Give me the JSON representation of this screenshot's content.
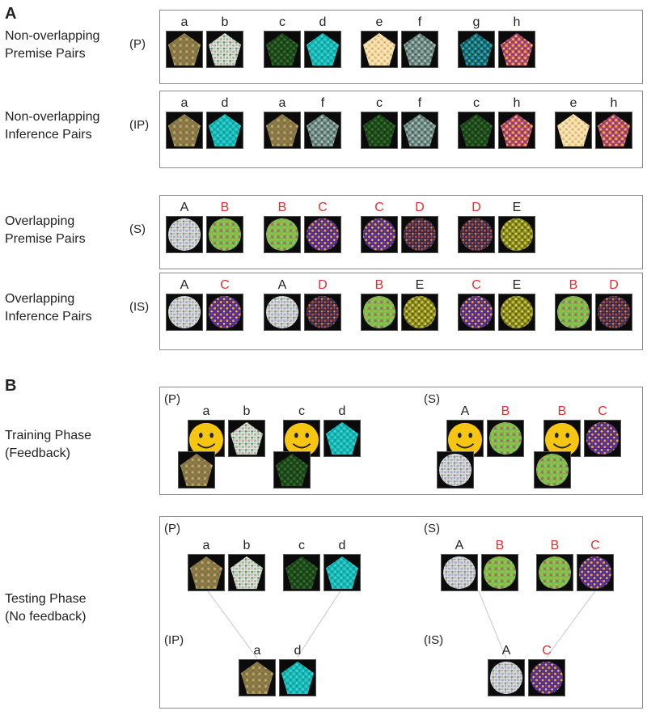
{
  "panel_a_label": "A",
  "panel_b_label": "B",
  "rows_a": [
    {
      "title_line1": "Non-overlapping",
      "title_line2": "Premise Pairs",
      "code": "(P)",
      "pairs": [
        [
          "a",
          "b"
        ],
        [
          "c",
          "d"
        ],
        [
          "e",
          "f"
        ],
        [
          "g",
          "h"
        ]
      ]
    },
    {
      "title_line1": "Non-overlapping",
      "title_line2": "Inference Pairs",
      "code": "(IP)",
      "pairs": [
        [
          "a",
          "d"
        ],
        [
          "a",
          "f"
        ],
        [
          "c",
          "f"
        ],
        [
          "c",
          "h"
        ],
        [
          "e",
          "h"
        ]
      ]
    },
    {
      "title_line1": "Overlapping",
      "title_line2": "Premise Pairs",
      "code": "(S)",
      "pairs": [
        [
          "A",
          "B"
        ],
        [
          "B",
          "C"
        ],
        [
          "C",
          "D"
        ],
        [
          "D",
          "E"
        ]
      ]
    },
    {
      "title_line1": "Overlapping",
      "title_line2": "Inference Pairs",
      "code": "(IS)",
      "pairs": [
        [
          "A",
          "C"
        ],
        [
          "A",
          "D"
        ],
        [
          "B",
          "E"
        ],
        [
          "C",
          "E"
        ],
        [
          "B",
          "D"
        ]
      ]
    }
  ],
  "red_letters": [
    "B",
    "C",
    "D"
  ],
  "training": {
    "title_line1": "Training Phase",
    "title_line2": "(Feedback)",
    "left_code": "(P)",
    "right_code": "(S)",
    "left_pairs": [
      [
        "a",
        "b"
      ],
      [
        "c",
        "d"
      ]
    ],
    "right_pairs": [
      [
        "A",
        "B"
      ],
      [
        "B",
        "C"
      ]
    ]
  },
  "testing": {
    "title_line1": "Testing Phase",
    "title_line2": "(No feedback)",
    "top_left_code": "(P)",
    "top_right_code": "(S)",
    "bottom_left_code": "(IP)",
    "bottom_right_code": "(IS)",
    "top_left_pairs": [
      [
        "a",
        "b"
      ],
      [
        "c",
        "d"
      ]
    ],
    "top_right_pairs": [
      [
        "A",
        "B"
      ],
      [
        "B",
        "C"
      ]
    ],
    "bottom_left_pair": [
      "a",
      "d"
    ],
    "bottom_right_pair": [
      "A",
      "C"
    ]
  },
  "colors": {
    "red_letter": "#e0302a",
    "border": "#8a8a8a",
    "smiley": "#f6c612"
  },
  "stimulus_icons": {
    "a": "pentagon-floral-brown",
    "b": "pentagon-white-striped",
    "c": "pentagon-dark-green",
    "d": "pentagon-teal",
    "e": "pentagon-cream-dotted",
    "f": "pentagon-grey-green",
    "g": "pentagon-teal-blue-textured",
    "h": "pentagon-magenta-yellow-dots",
    "A": "circle-white-striped",
    "B": "circle-green-pattern",
    "C": "circle-purple-orange",
    "D": "circle-dark-speckled",
    "E": "circle-olive-swirl",
    "feedback": "smiley-face-icon"
  }
}
